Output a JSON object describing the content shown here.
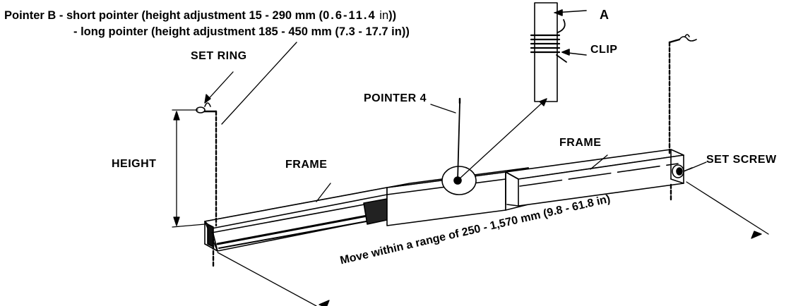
{
  "header": {
    "line1_prefix": "Pointer B - short pointer (height adjustment 15 - 290 mm (",
    "line1_value": "0.6-11.4",
    "line1_unit": "in",
    "line1_suffix": "))",
    "line2": "- long pointer (height adjustment 185 - 450 mm (7.3 - 17.7 in))"
  },
  "labels": {
    "a": "A",
    "clip": "CLIP",
    "set_ring": "SET RING",
    "pointer4": "POINTER 4",
    "frame_left": "FRAME",
    "frame_right": "FRAME",
    "height": "HEIGHT",
    "set_screw": "SET SCREW",
    "range": "Move within a range of 250 - 1,570 mm (9.8 - 61.8 in)"
  },
  "colors": {
    "ink": "#000000",
    "paper": "#ffffff"
  }
}
